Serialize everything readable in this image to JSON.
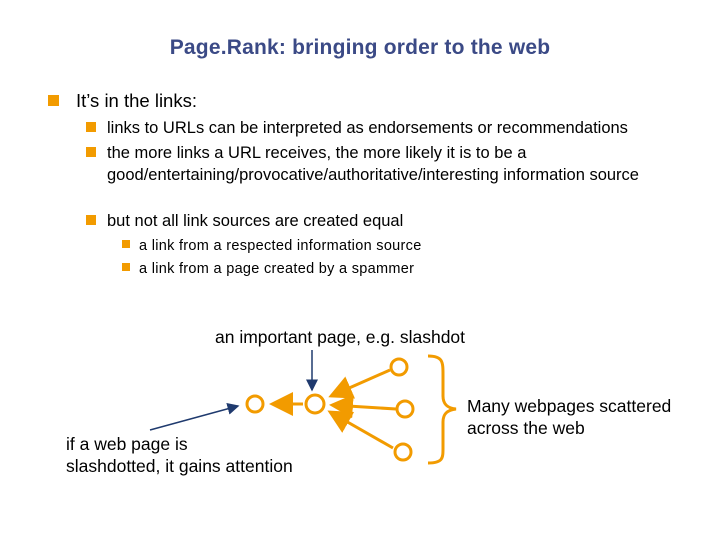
{
  "slide": {
    "title": "Page.Rank: bringing order to the web",
    "level1": "It’s in the links:",
    "level2": [
      "links to URLs can be interpreted as endorsements or recommendations",
      "the more links a URL receives, the more likely it is to be a good/entertaining/provocative/authoritative/interesting information source",
      "but not all link sources are created equal"
    ],
    "level3": [
      "a link from a respected information source",
      "a link from a page created by a spammer"
    ]
  },
  "diagram": {
    "important_label": "an important page, e.g. slashdot",
    "slashdotted_label_line1": "if a web page is",
    "slashdotted_label_line2": "slashdotted, it gains attention",
    "scattered_label_line1": "Many webpages scattered",
    "scattered_label_line2": "across the web"
  },
  "colors": {
    "accent": "#f29b00",
    "title": "#3b4a86"
  }
}
